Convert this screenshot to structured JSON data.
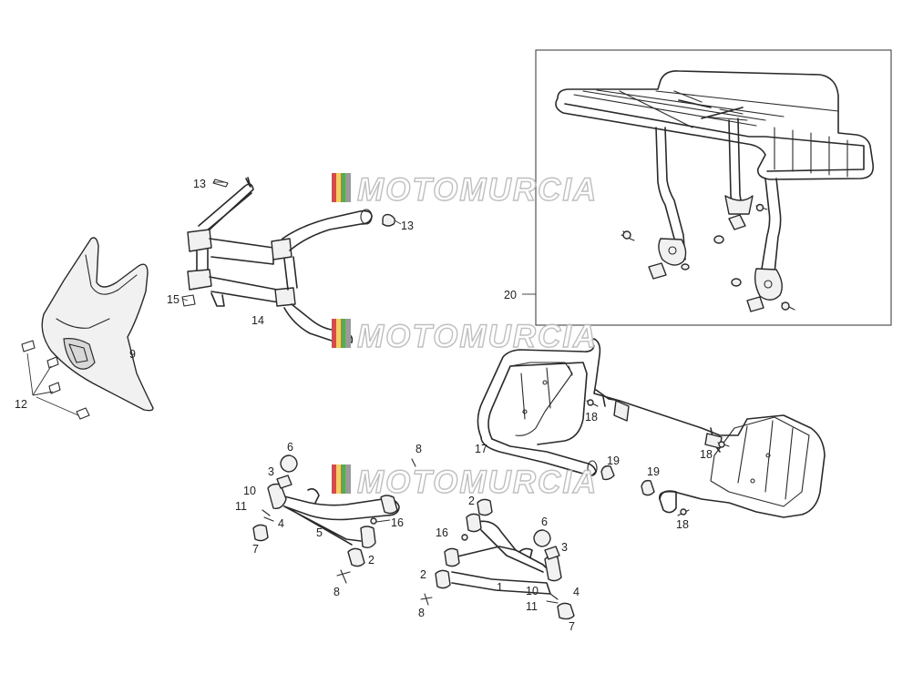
{
  "watermark": {
    "text": "MOTOMURCIA",
    "flag_colors": [
      "#d84a4a",
      "#f0d060",
      "#5aa85a",
      "#9a9a9a"
    ]
  },
  "labels": [
    {
      "id": "13",
      "text": "13"
    },
    {
      "id": "13b",
      "text": "13"
    },
    {
      "id": "15",
      "text": "15"
    },
    {
      "id": "14",
      "text": "14"
    },
    {
      "id": "9",
      "text": "9"
    },
    {
      "id": "12",
      "text": "12"
    },
    {
      "id": "20",
      "text": "20"
    },
    {
      "id": "18a",
      "text": "18"
    },
    {
      "id": "18b",
      "text": "18"
    },
    {
      "id": "18c",
      "text": "18"
    },
    {
      "id": "17",
      "text": "17"
    },
    {
      "id": "19a",
      "text": "19"
    },
    {
      "id": "19b",
      "text": "19"
    },
    {
      "id": "8a",
      "text": "8"
    },
    {
      "id": "6a",
      "text": "6"
    },
    {
      "id": "3a",
      "text": "3"
    },
    {
      "id": "10a",
      "text": "10"
    },
    {
      "id": "11a",
      "text": "11"
    },
    {
      "id": "4a",
      "text": "4"
    },
    {
      "id": "5",
      "text": "5"
    },
    {
      "id": "16a",
      "text": "16"
    },
    {
      "id": "7a",
      "text": "7"
    },
    {
      "id": "2a",
      "text": "2"
    },
    {
      "id": "8b",
      "text": "8"
    },
    {
      "id": "2b",
      "text": "2"
    },
    {
      "id": "16b",
      "text": "16"
    },
    {
      "id": "6b",
      "text": "6"
    },
    {
      "id": "3b",
      "text": "3"
    },
    {
      "id": "2c",
      "text": "2"
    },
    {
      "id": "1",
      "text": "1"
    },
    {
      "id": "10b",
      "text": "10"
    },
    {
      "id": "4b",
      "text": "4"
    },
    {
      "id": "11b",
      "text": "11"
    },
    {
      "id": "8c",
      "text": "8"
    },
    {
      "id": "7b",
      "text": "7"
    }
  ]
}
